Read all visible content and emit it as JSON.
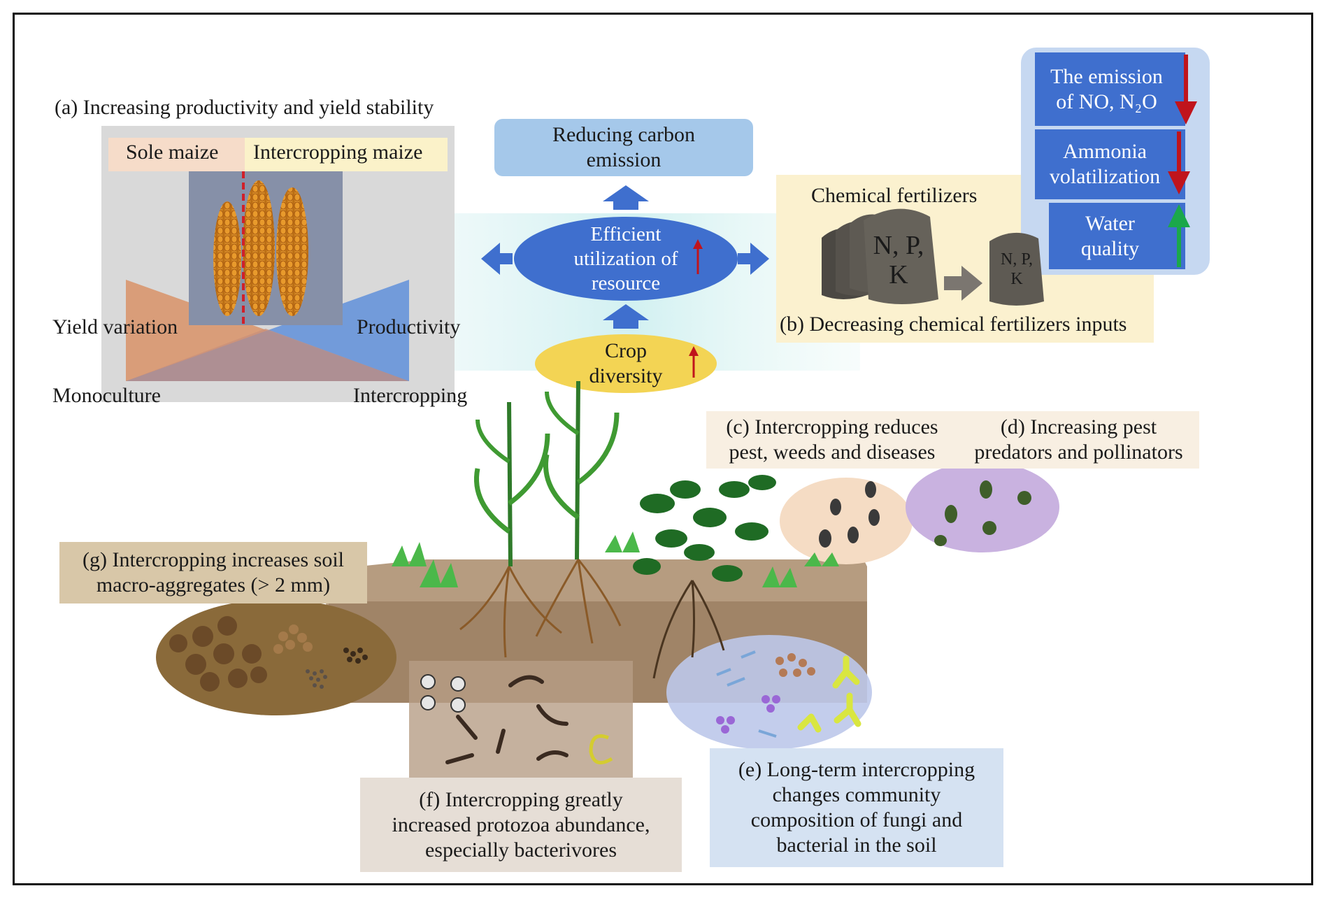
{
  "panel_a": {
    "title": "(a) Increasing productivity and yield stability",
    "sole_maize": "Sole maize",
    "intercropping_maize": "Intercropping maize",
    "yield_variation": "Yield variation",
    "productivity": "Productivity",
    "monoculture": "Monoculture",
    "intercropping": "Intercropping"
  },
  "center": {
    "reducing_carbon": "Reducing carbon\nemission",
    "efficient_utilization": "Efficient\nutilization of\nresource",
    "crop_diversity": "Crop\ndiversity"
  },
  "panel_b": {
    "chemical_fertilizers": "Chemical fertilizers",
    "bag_large": "N, P,\nK",
    "bag_small": "N, P,\nK",
    "caption": "(b) Decreasing chemical fertilizers inputs"
  },
  "emissions": {
    "no_n2o": "The emission\nof NO, N₂O",
    "ammonia": "Ammonia\nvolatilization",
    "water": "Water\nquality"
  },
  "panel_c": {
    "caption": "(c) Intercropping reduces\npest, weeds and diseases"
  },
  "panel_d": {
    "caption": "(d) Increasing pest\npredators and pollinators"
  },
  "panel_g": {
    "caption": "(g) Intercropping increases soil\nmacro-aggregates (> 2 mm)"
  },
  "panel_f": {
    "caption": "(f) Intercropping greatly\nincreased protozoa abundance,\nespecially bacterivores"
  },
  "panel_e": {
    "caption": "(e) Long-term intercropping\nchanges community\ncomposition of fungi and\nbacterial in the soil"
  },
  "colors": {
    "blue_dark": "#3f6fce",
    "blue_light": "#9fc3e6",
    "yellow": "#f3d454",
    "red_arrow": "#c0141c",
    "green_arrow": "#1ba84a",
    "soil": "#9a7a55",
    "bag": "#5e5a53"
  }
}
